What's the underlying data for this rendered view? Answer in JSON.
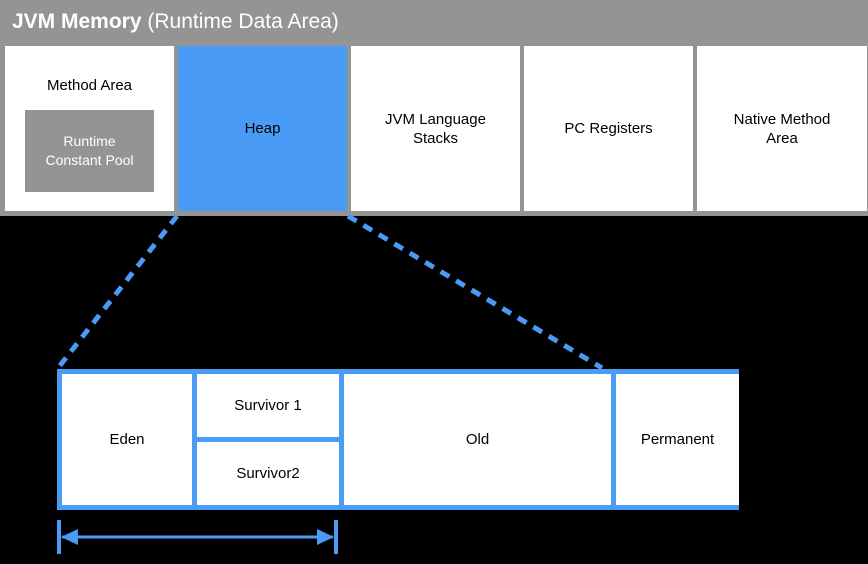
{
  "diagram": {
    "title_strong": "JVM Memory",
    "title_light": " (Runtime Data Area)",
    "colors": {
      "panel_gray": "#949494",
      "accent_blue": "#4a9bf5",
      "box_white": "#ffffff",
      "background": "#000000",
      "title_text": "#ffffff",
      "body_text": "#000000"
    }
  },
  "jvm_memory": {
    "regions": [
      {
        "label": "Method Area",
        "fill": "white",
        "sub": {
          "label": "Runtime\nConstant Pool",
          "line1": "Runtime",
          "line2": "Constant Pool",
          "fill": "#949494"
        }
      },
      {
        "label": "Heap",
        "fill": "#4a9bf5"
      },
      {
        "label": "JVM Language\nStacks",
        "line1": "JVM Language",
        "line2": "Stacks",
        "fill": "white"
      },
      {
        "label": "PC Registers",
        "fill": "white"
      },
      {
        "label": "Native Method\nArea",
        "line1": "Native Method",
        "line2": "Area",
        "fill": "white"
      }
    ]
  },
  "heap_detail": {
    "frame_color": "#4a9bf5",
    "cells": [
      {
        "label": "Eden"
      },
      {
        "label": "Survivor 1"
      },
      {
        "label": "Survivor2"
      },
      {
        "label": "Old"
      },
      {
        "label": "Permanent"
      }
    ]
  },
  "dimension_arrow": {
    "style": "double-headed",
    "color": "#4a9bf5",
    "label": ""
  },
  "connectors": {
    "style": "dashed",
    "color": "#4a9bf5",
    "count": 2
  }
}
